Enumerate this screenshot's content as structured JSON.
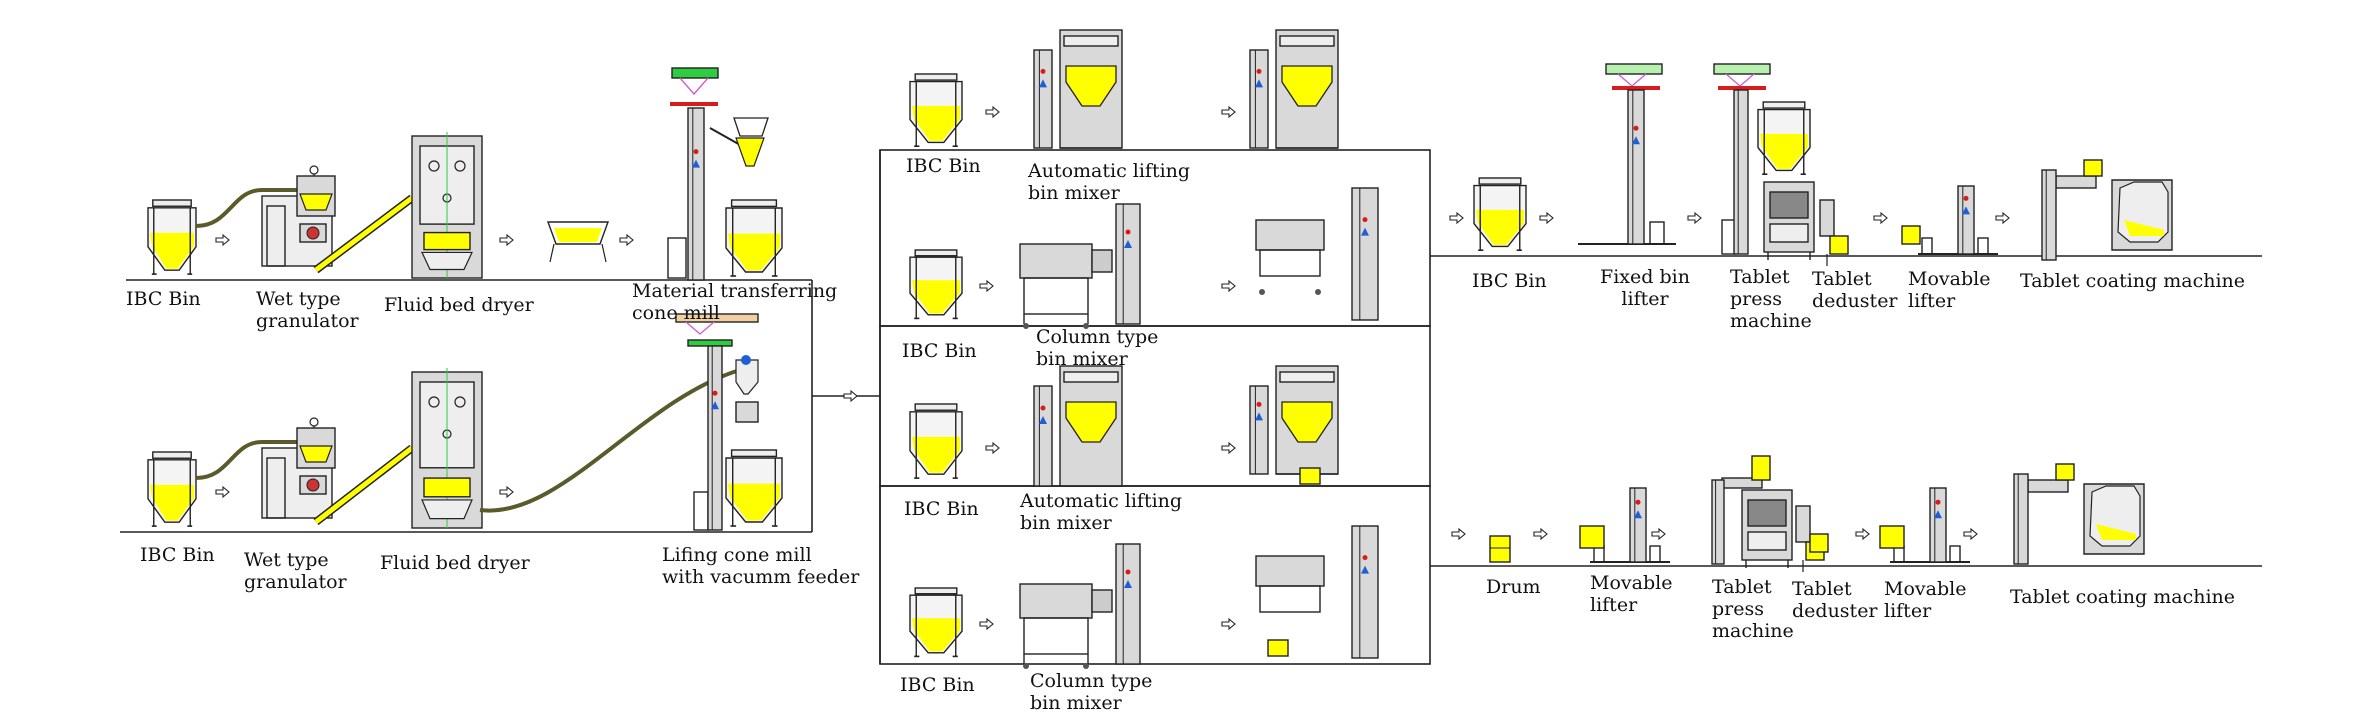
{
  "diagram": {
    "labels": {
      "ibc_bin": "IBC Bin",
      "wet_granulator": "Wet type\ngranulator",
      "fluid_bed_dryer": "Fluid bed dryer",
      "material_transferring": "Material transferring\ncone mill",
      "lifting_cone_mill": "Lifing cone mill\nwith vacumm feeder",
      "auto_lifting_mixer": "Automatic lifting\nbin mixer",
      "column_mixer": "Column type\nbin mixer",
      "fixed_bin_lifter": "Fixed bin\nlifter",
      "tablet_press": "Tablet\npress\nmachine",
      "tablet_deduster": "Tablet\ndeduster",
      "movable_lifter": "Movable\nlifter",
      "tablet_coating": "Tablet coating machine",
      "drum": "Drum"
    },
    "colors": {
      "product_yellow": "#ffff00",
      "machine_gray": "#d9d9d9",
      "outline": "#222222",
      "hose": "#5a5a2a",
      "accent_green": "#2ecc40",
      "accent_red": "#d81b1b",
      "accent_blue": "#1f5fd6"
    }
  }
}
